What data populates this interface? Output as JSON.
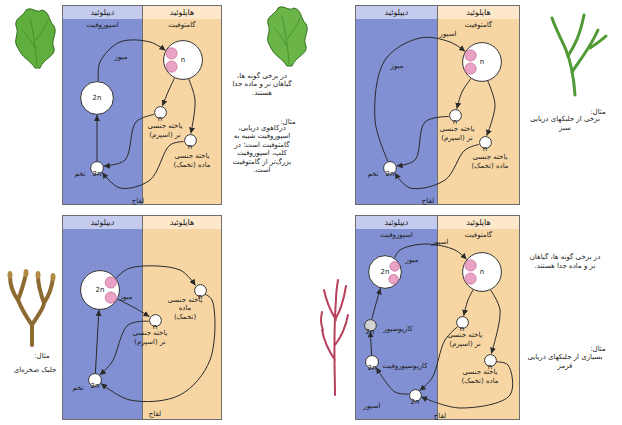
{
  "diagram": {
    "nodes": [
      {
        "text": [
          "دیپلوئید",
          "اسپوروفیت"
        ]
      },
      {
        "text": [
          "هاپلوئید",
          "گامتوفیت"
        ]
      },
      {
        "text": [
          "2n"
        ],
        "in": 0
      },
      {
        "text": [
          "n"
        ],
        "in": 1
      },
      {
        "text": [
          "n"
        ],
        "in": 1
      },
      {
        "text": [
          "n"
        ],
        "in": 1
      },
      {
        "text": [
          "2n"
        ],
        "in": 0
      },
      {
        "text": [
          "دیپلوئید"
        ]
      },
      {
        "text": [
          "هاپلوئید",
          "گامتوفیت"
        ]
      },
      {
        "text": [
          "n"
        ],
        "in": 8
      },
      {
        "text": [
          "n"
        ],
        "in": 8
      },
      {
        "text": [
          "n"
        ],
        "in": 8
      },
      {
        "text": [
          "2n"
        ],
        "in": 7
      },
      {
        "text": [
          "دیپلوئید"
        ]
      },
      {
        "text": [
          "هاپلوئید"
        ]
      },
      {
        "text": [
          "2n"
        ],
        "in": 13
      },
      {
        "text": [
          "n"
        ],
        "in": 14
      },
      {
        "text": [
          "n"
        ],
        "in": 14
      },
      {
        "text": [
          "2n"
        ],
        "in": 13
      },
      {
        "text": [
          "دیپلوئید",
          "اسپوروفیت"
        ]
      },
      {
        "text": [
          "هاپلوئید",
          "گامتوفیت"
        ]
      },
      {
        "text": [
          "2n"
        ],
        "in": 19
      },
      {
        "text": [
          "n"
        ],
        "in": 20
      },
      {
        "text": [
          "n"
        ],
        "in": 20
      },
      {
        "text": [
          "n"
        ],
        "in": 20
      },
      {
        "text": [
          "2n"
        ],
        "in": 19
      },
      {
        "text": [
          "2n"
        ],
        "in": 19
      },
      {
        "text": [
          "2n"
        ],
        "in": 19
      }
    ],
    "edges": [
      {
        "from": 2,
        "to": 3,
        "arrow": "to",
        "label": "میوز"
      },
      {
        "from": 3,
        "to": 4,
        "arrow": "to"
      },
      {
        "from": 3,
        "to": 5,
        "arrow": "to"
      },
      {
        "from": 4,
        "to": 6,
        "arrow": "to"
      },
      {
        "from": 5,
        "to": 6,
        "arrow": "to",
        "label": "لقاح"
      },
      {
        "from": 6,
        "to": 2,
        "arrow": "to"
      },
      {
        "from": 12,
        "to": 9,
        "arrow": "to",
        "label": "میوز"
      },
      {
        "from": 9,
        "to": 10,
        "arrow": "to"
      },
      {
        "from": 9,
        "to": 11,
        "arrow": "to"
      },
      {
        "from": 10,
        "to": 12,
        "arrow": "to"
      },
      {
        "from": 11,
        "to": 12,
        "arrow": "to",
        "label": "لقاح"
      },
      {
        "from": 15,
        "to": 16,
        "arrow": "to",
        "label": "میوز"
      },
      {
        "from": 15,
        "to": 17,
        "arrow": "to"
      },
      {
        "from": 16,
        "to": 18,
        "arrow": "to"
      },
      {
        "from": 17,
        "to": 18,
        "arrow": "to",
        "label": "لقاح"
      },
      {
        "from": 18,
        "to": 15,
        "arrow": "to"
      },
      {
        "from": 21,
        "to": 22,
        "arrow": "to",
        "label": "میوز"
      },
      {
        "from": 22,
        "to": 23,
        "arrow": "to"
      },
      {
        "from": 22,
        "to": 24,
        "arrow": "to"
      },
      {
        "from": 23,
        "to": 25,
        "arrow": "to"
      },
      {
        "from": 24,
        "to": 25,
        "arrow": "to",
        "label": "لقاح"
      },
      {
        "from": 25,
        "to": 26,
        "arrow": "to"
      },
      {
        "from": 26,
        "to": 27,
        "arrow": "to"
      },
      {
        "from": 27,
        "to": 21,
        "arrow": "to"
      }
    ],
    "labels": [
      "تخم",
      "یاخته جنسی نر (اسپرم)",
      "یاخته جنسی ماده (تخمک)",
      "در برخی گونه ها، گیاهان نر و ماده جدا هستند.",
      "مثال:",
      "درکاهوی دریایی، اسپوروفیت شبیه به گامتوفیت است؛ در کلپ، اسپوروفیت بزرگ‌تر از گامتوفیت است.",
      "اسپور",
      "تخم",
      "یاخته جنسی نر (اسپرم)",
      "یاخته جنسی ماده (تخمک)",
      "مثال:",
      "برخی از جلبکهای دریایی سبز",
      "تخم",
      "یاخته جنسی نر (اسپرم)",
      "یاخته جنسی ماده (تخمک)",
      "مثال:",
      "جلبک صخره‌ای",
      "اسپور",
      "کارپوسپوروفیت",
      "کارپوسپور",
      "یاخته جنسی نر (اسپرم)",
      "یاخته جنسی ماده (تخمک)",
      "اسپور",
      "در برخی گونه ها، گیاهان نر و ماده جدا هستند.",
      "مثال:",
      "بسیاری از جلبکهای دریایی قرمز"
    ]
  }
}
